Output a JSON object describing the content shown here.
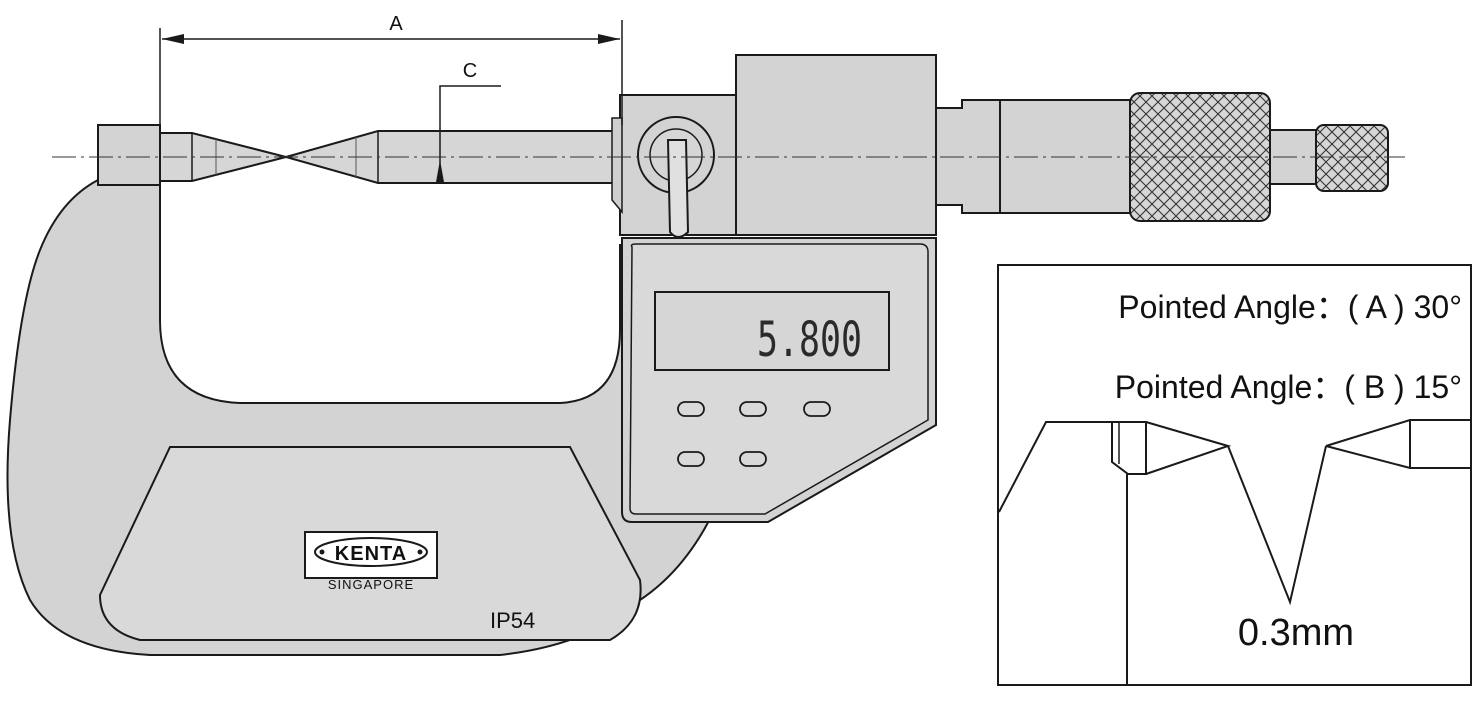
{
  "dimensions": {
    "a": "A",
    "c": "C"
  },
  "display": {
    "reading": "5.800",
    "buttons_row1": 3,
    "buttons_row2": 2
  },
  "brand": {
    "logo_text": "KENTA",
    "sub": "SINGAPORE"
  },
  "rating": "IP54",
  "inset": {
    "angle_a": "Pointed Angle：( A ) 30°",
    "angle_b": "Pointed Angle：( B ) 15°",
    "tip": "0.3mm"
  },
  "colors": {
    "body": "#d3d3d3",
    "panel": "#d9d9d9",
    "outline": "#1a1a1a",
    "line": "#333333"
  }
}
